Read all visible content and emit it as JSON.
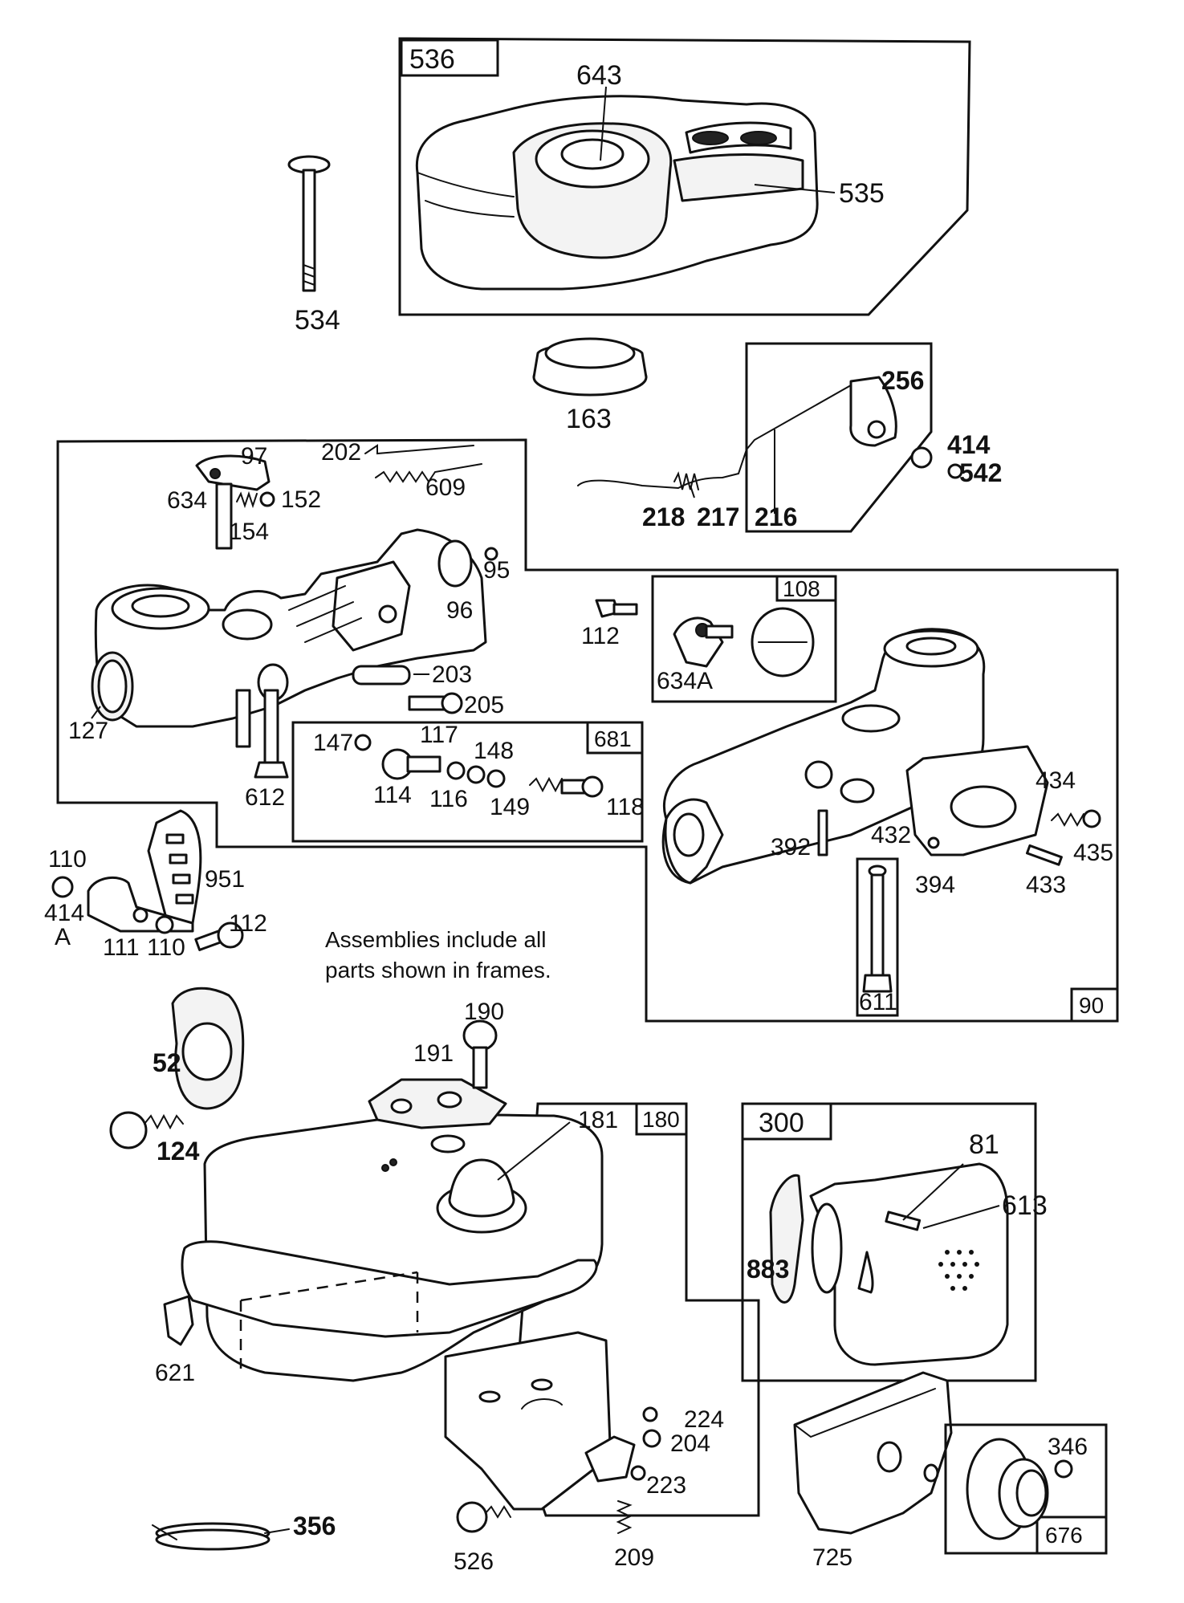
{
  "note": {
    "line1": "Assemblies include all",
    "line2": "parts shown in frames."
  },
  "frames": {
    "f536": "536",
    "f108": "108",
    "f681": "681",
    "f90": "90",
    "f180": "180",
    "f300": "300",
    "f676": "676"
  },
  "labels": {
    "l643": "643",
    "l535": "535",
    "l534": "534",
    "l163": "163",
    "l256": "256",
    "l414": "414",
    "l542": "542",
    "l216": "216",
    "l217": "217",
    "l218": "218",
    "l97": "97",
    "l202": "202",
    "l609": "609",
    "l634": "634",
    "l152": "152",
    "l154": "154",
    "l95": "95",
    "l96": "96",
    "l112a": "112",
    "l634A": "634A",
    "l127": "127",
    "l203": "203",
    "l205": "205",
    "l147": "147",
    "l117": "117",
    "l148": "148",
    "l114": "114",
    "l116": "116",
    "l149": "149",
    "l118": "118",
    "l612": "612",
    "l434": "434",
    "l432": "432",
    "l392": "392",
    "l435": "435",
    "l394": "394",
    "l433": "433",
    "l611": "611",
    "l110a": "110",
    "l414A_num": "414",
    "l414A_suffix": "A",
    "l951": "951",
    "l111": "111",
    "l110b": "110",
    "l112b": "112",
    "l52": "52",
    "l124": "124",
    "l190": "190",
    "l191": "191",
    "l181": "181",
    "l81": "81",
    "l613": "613",
    "l883": "883",
    "l621": "621",
    "l224": "224",
    "l204": "204",
    "l223": "223",
    "l209": "209",
    "l526": "526",
    "l356": "356",
    "l725": "725",
    "l346": "346"
  }
}
